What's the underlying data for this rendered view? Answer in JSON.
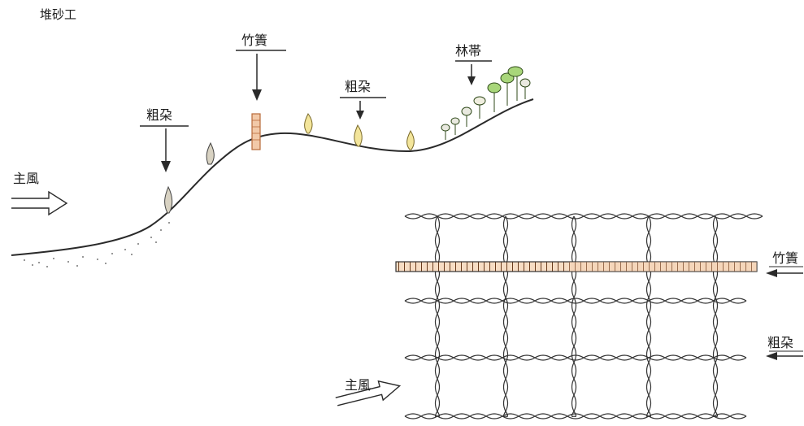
{
  "title": "堆砂工",
  "profile": {
    "wind_label": "主風",
    "label_bamboo_fence": "竹簀",
    "label_brushwood_left": "粗朶",
    "label_brushwood_mid": "粗朶",
    "label_forest_belt": "林帯"
  },
  "plan": {
    "wind_label": "主風",
    "label_bamboo_fence": "竹簀",
    "label_brushwood": "粗朶"
  },
  "colors": {
    "line": "#2a2a2a",
    "bamboo_fill": "#f2c9a8",
    "bamboo_stroke": "#b86a3a",
    "shrub_fill": "#f3e59b",
    "shrub_stroke": "#7a6a2a",
    "tree_canopy": "#a8d67a",
    "tree_stroke": "#2f4a1a"
  }
}
